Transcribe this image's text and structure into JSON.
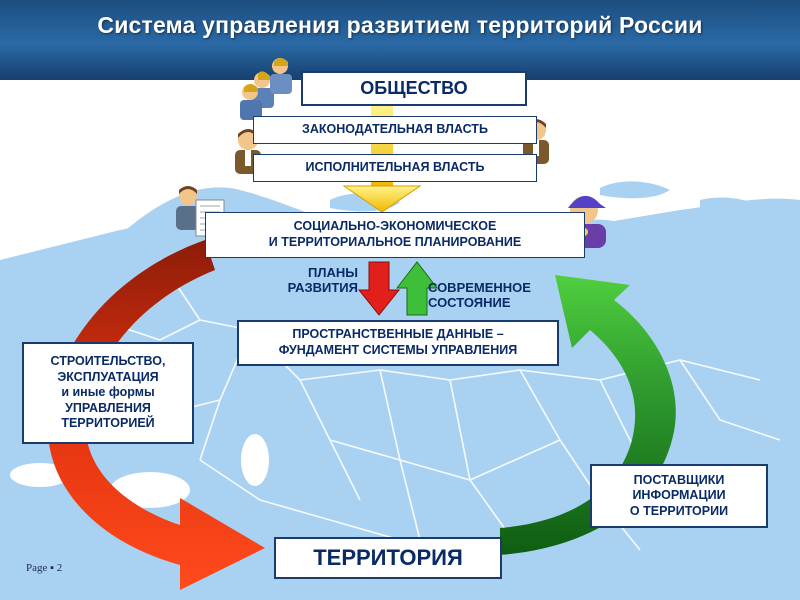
{
  "title": "Система управления развитием территорий России",
  "boxes": {
    "society": "ОБЩЕСТВО",
    "legislative": "ЗАКОНОДАТЕЛЬНАЯ ВЛАСТЬ",
    "executive": "ИСПОЛНИТЕЛЬНАЯ ВЛАСТЬ",
    "planning": "СОЦИАЛЬНО-ЭКОНОМИЧЕСКОЕ\nИ ТЕРРИТОРИАЛЬНОЕ ПЛАНИРОВАНИЕ",
    "spatial_data": "ПРОСТРАНСТВЕННЫЕ ДАННЫЕ –\nФУНДАМЕНТ СИСТЕМЫ УПРАВЛЕНИЯ",
    "construction": "СТРОИТЕЛЬСТВО,\nЭКСПЛУАТАЦИЯ\nи иные формы\nУПРАВЛЕНИЯ\nТЕРРИТОРИЕЙ",
    "suppliers": "ПОСТАВЩИКИ\nИНФОРМАЦИИ\nО ТЕРРИТОРИИ",
    "territory": "ТЕРРИТОРИЯ"
  },
  "labels": {
    "plans": "ПЛАНЫ\nРАЗВИТИЯ",
    "current_state": "СОВРЕМЕННОЕ\nСОСТОЯНИЕ"
  },
  "footer": {
    "page": "Page ▪ 2"
  },
  "icons": [
    "people-group-icon",
    "person-icon",
    "person-with-document-icon",
    "person-with-cap-icon"
  ],
  "colors": {
    "header_bg": "#1f568f",
    "map_land": "#a9d2f2",
    "map_sea": "#ffffff",
    "arrow_red": "#e43a12",
    "arrow_green": "#2f9b2f",
    "arrow_yellow": "#f5c400",
    "box_border": "#1a3b6d",
    "box_text": "#0a2a66"
  }
}
